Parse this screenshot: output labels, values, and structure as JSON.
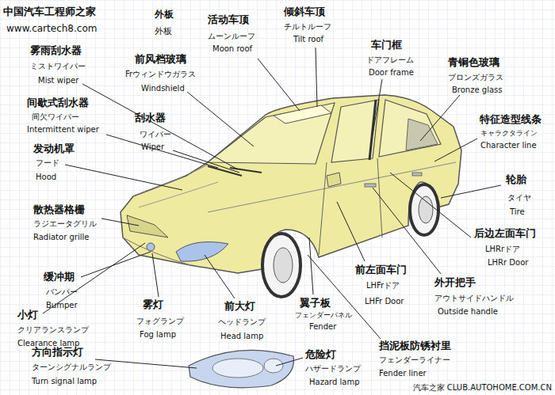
{
  "diagram": {
    "labels": [
      "中国汽车工程师之家",
      "www.cartech8.com",
      "外板",
      "外板",
      "活动车顶",
      "ムーンルーフ",
      "Moon roof",
      "倾斜车顶",
      "チルトルーフ",
      "Tilt roof",
      "雾雨刮水器",
      "ミストワイパー",
      "Mist wiper",
      "前风档玻璃",
      "Frウィンドウガラス",
      "Windshield",
      "车门框",
      "ドアフレーム",
      "Door frame",
      "青铜色玻璃",
      "ブロンズガラス",
      "Bronze glass",
      "间歇式刮水器",
      "间欠ワイパー",
      "Intermittent wiper",
      "刮水器",
      "ワイパー",
      "Wiper",
      "特征造型线条",
      "キャラクタライン",
      "Character line",
      "发动机罩",
      "フード",
      "Hood",
      "轮胎",
      "タイヤ",
      "Tire",
      "散热器格栅",
      "ラジエータグリル",
      "Radiator grille",
      "后边左面车门",
      "LHRrドア",
      "LHRr Door",
      "缓冲期",
      "バンパー",
      "Bumper",
      "前左面车门",
      "LHFrドア",
      "LHFr Door",
      "外开把手",
      "アウトサイドハンドル",
      "Outside handle",
      "小灯",
      "クリアランスランプ",
      "Clearance lamp",
      "雾灯",
      "フォグランプ",
      "Fog lamp",
      "前大灯",
      "ヘッドランプ",
      "Head lamp",
      "翼子板",
      "フェンダーパネル",
      "Fender",
      "方向指示灯",
      "ターンシグナルランプ",
      "Turn signal lamp",
      "危险灯",
      "ハザードランプ",
      "Hazard lamp",
      "挡泥板防锈衬里",
      "フェンダーライナー",
      "Fender liner",
      "汽车之家 CLUB.AUTOHOME.COM.CN"
    ]
  }
}
